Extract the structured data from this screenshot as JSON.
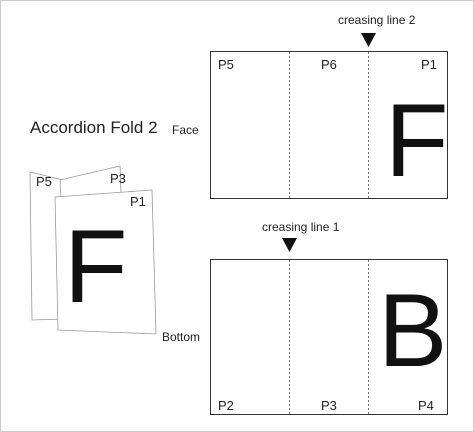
{
  "title": "Accordion Fold 2",
  "face": {
    "label": "Face",
    "panels": [
      "P5",
      "P6",
      "P1"
    ],
    "big_letter": "F",
    "creasing_label": "creasing line 2"
  },
  "bottom": {
    "label": "Bottom",
    "panels": [
      "P2",
      "P3",
      "P4"
    ],
    "big_letter": "B",
    "creasing_label": "creasing line 1"
  },
  "folded": {
    "panel_labels": [
      "P5",
      "P3",
      "P1"
    ],
    "big_letter": "F"
  },
  "colors": {
    "line": "#333333",
    "light_line": "#999999",
    "border": "#cccccc",
    "text": "#222222"
  }
}
